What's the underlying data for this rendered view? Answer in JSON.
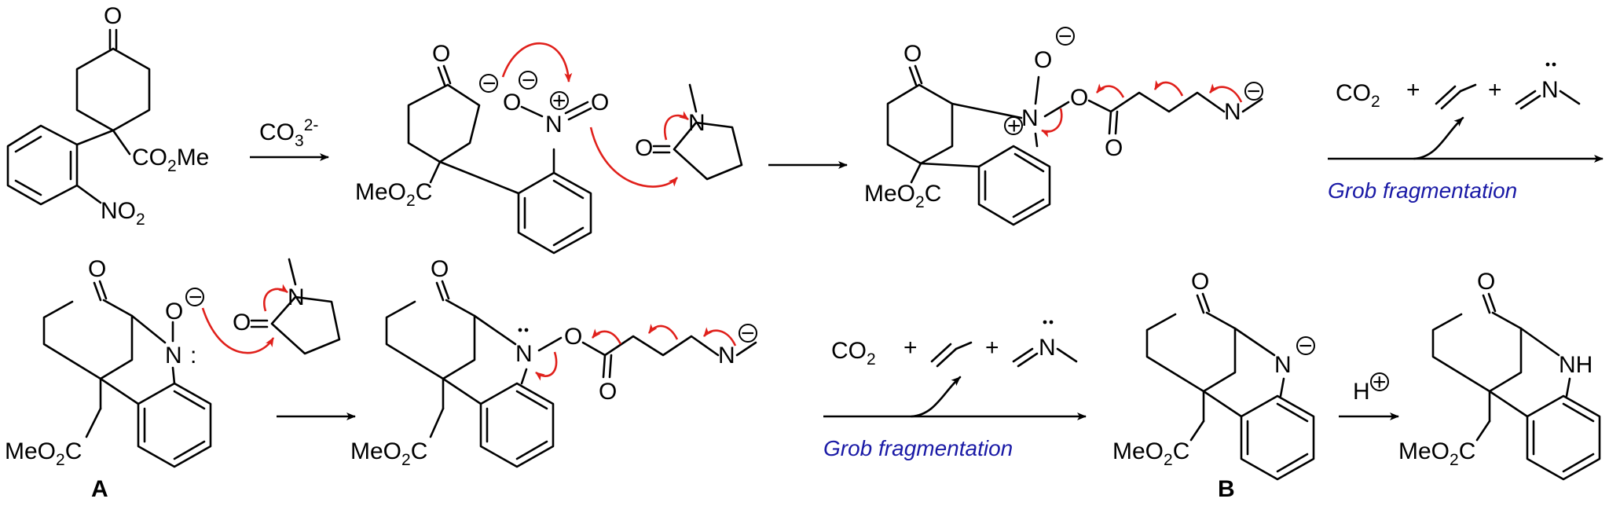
{
  "reagents": {
    "carbonate": "CO",
    "carbonate_sub": "3",
    "carbonate_sup": "2-",
    "co2": "CO",
    "co2_sub": "2",
    "plus": "+"
  },
  "labels": {
    "grob_fragmentation": "Grob fragmentation",
    "compound_a": "A",
    "compound_b": "B",
    "h_plus": "H"
  },
  "atoms": {
    "oxygen": "O",
    "nitrogen": "N",
    "nh": "NH",
    "ester_ome": "CO",
    "ester_ome_sub": "2",
    "ester_ome_tail": "Me",
    "ester_meo": "MeO",
    "ester_meo_sub": "2",
    "ester_meo_tail": "C",
    "nitro": "NO",
    "nitro_sub": "2"
  },
  "charges": {
    "minus": "−",
    "plus": "+"
  }
}
